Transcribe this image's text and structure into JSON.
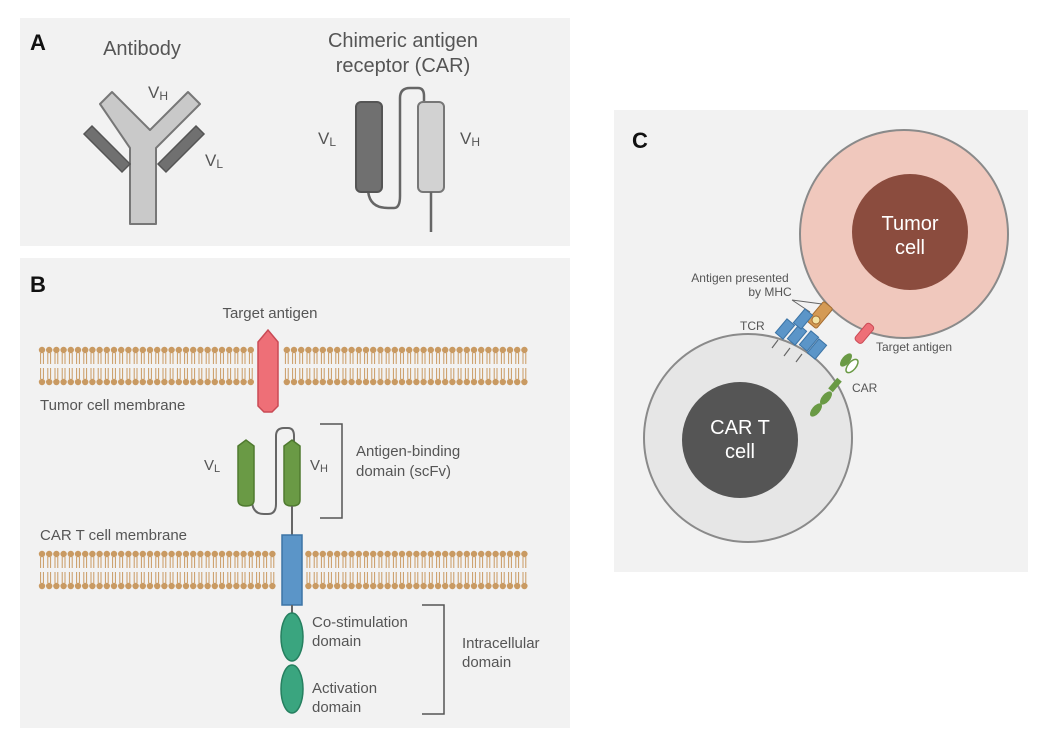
{
  "panels": {
    "a": {
      "letter": "A",
      "antibody_title": "Antibody",
      "antibody_vh": "V",
      "antibody_vh_sub": "H",
      "antibody_vl": "V",
      "antibody_vl_sub": "L",
      "car_title_line1": "Chimeric antigen",
      "car_title_line2": "receptor (CAR)",
      "car_vl": "V",
      "car_vl_sub": "L",
      "car_vh": "V",
      "car_vh_sub": "H"
    },
    "b": {
      "letter": "B",
      "target_antigen": "Target antigen",
      "tumor_membrane": "Tumor cell membrane",
      "scfv_vl": "V",
      "scfv_vl_sub": "L",
      "scfv_vh": "V",
      "scfv_vh_sub": "H",
      "binding_line1": "Antigen-binding",
      "binding_line2": "domain (scFv)",
      "cart_membrane": "CAR T cell membrane",
      "costim_line1": "Co-stimulation",
      "costim_line2": "domain",
      "activation_line1": "Activation",
      "activation_line2": "domain",
      "intracellular_line1": "Intracellular",
      "intracellular_line2": "domain"
    },
    "c": {
      "letter": "C",
      "tumor_line1": "Tumor",
      "tumor_line2": "cell",
      "cart_line1": "CAR T",
      "cart_line2": "cell",
      "mhc_line1": "Antigen presented",
      "mhc_line2": "by MHC",
      "tcr": "TCR",
      "target_antigen": "Target antigen",
      "car": "CAR"
    }
  },
  "colors": {
    "panel_bg": "#f2f2f2",
    "heavy_grey": "#c9c9c9",
    "dark_grey": "#707070",
    "antigen_red": "#ee6f77",
    "scfv_green": "#6a9a45",
    "tm_blue": "#5b95c8",
    "domain_teal": "#3aa57f",
    "lipid": "#c99a62",
    "tumor_outer": "#f0c8bd",
    "tumor_nucleus": "#8b4c3e",
    "cart_outer": "#e6e6e6",
    "cart_nucleus": "#555555",
    "mhc_orange": "#d49a55"
  }
}
